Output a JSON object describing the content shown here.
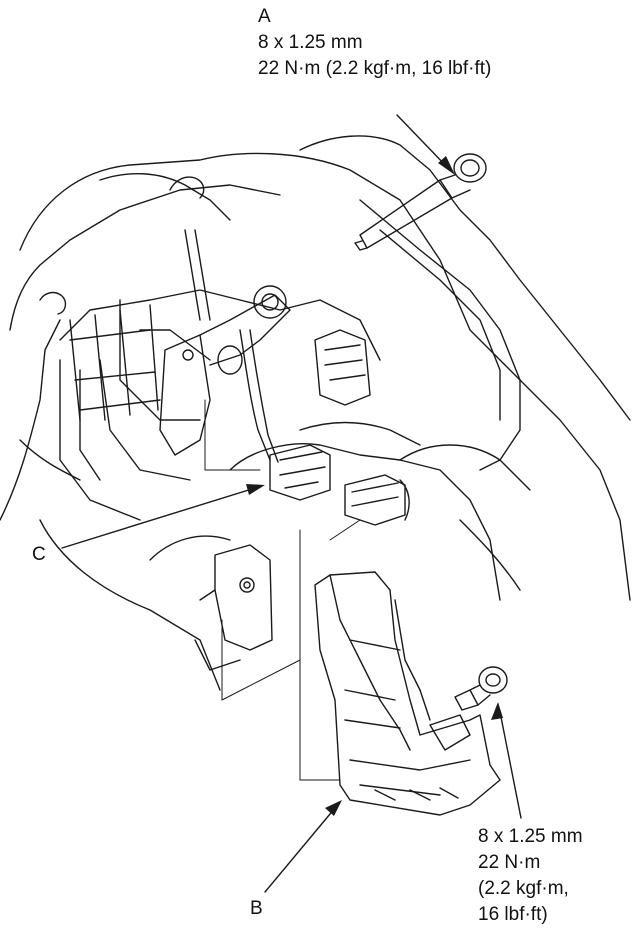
{
  "callouts": {
    "a": {
      "letter": "A",
      "lines": [
        "8 x 1.25 mm",
        "22 N·m (2.2 kgf·m, 16 lbf·ft)"
      ]
    },
    "b": {
      "letter": "B",
      "lines": [
        "8 x 1.25 mm",
        "22 N·m",
        "(2.2 kgf·m,",
        "16 lbf·ft)"
      ]
    },
    "c": {
      "letter": "C"
    }
  },
  "colors": {
    "line": "#1a1a1a",
    "background": "#ffffff"
  }
}
